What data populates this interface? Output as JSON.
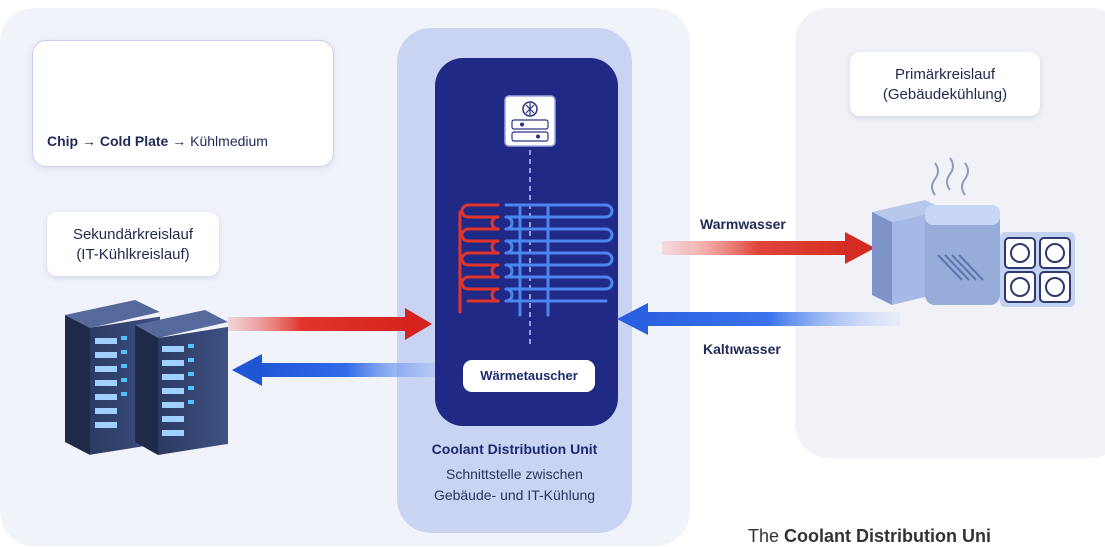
{
  "chip_flow": {
    "chip": "Chip",
    "arrow1": "→",
    "cold_plate": "Cold Plate",
    "arrow2": "→",
    "medium": "Kühlmedium"
  },
  "secondary": {
    "line1": "Sekundärkreislauf",
    "line2": "(IT-Kühlkreislauf)"
  },
  "primary": {
    "line1": "Primärkreislauf",
    "line2": "(Gebäudekühlung)"
  },
  "cdu": {
    "exchanger_label": "Wärmetauscher",
    "title": "Coolant Distribution Unit",
    "subtitle_line1": "Schnittstelle zwischen",
    "subtitle_line2": "Gebäude- und IT-Kühlung"
  },
  "flows": {
    "warm": "Warmwasser",
    "cold": "Kaltıwasser"
  },
  "footer": {
    "prefix": "The",
    "bold": "Coolant Distribution Uni"
  },
  "colors": {
    "hot": "#e0342c",
    "cold": "#2f6ae8",
    "cdu_dark": "#202a86",
    "cdu_light": "#c9d3f2"
  }
}
